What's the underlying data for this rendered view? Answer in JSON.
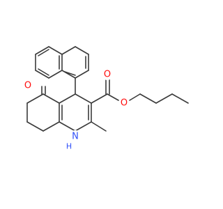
{
  "structure": {
    "atoms": {
      "o_keto": {
        "label": "O",
        "color": "#ff0d0d"
      },
      "o_carbonyl": {
        "label": "O",
        "color": "#ff0d0d"
      },
      "o_ester": {
        "label": "O",
        "color": "#ff0d0d"
      },
      "n_amine": {
        "label": "N",
        "h_label": "H",
        "color": "#3050f8"
      }
    },
    "bond_color": "#3a3a3a"
  }
}
